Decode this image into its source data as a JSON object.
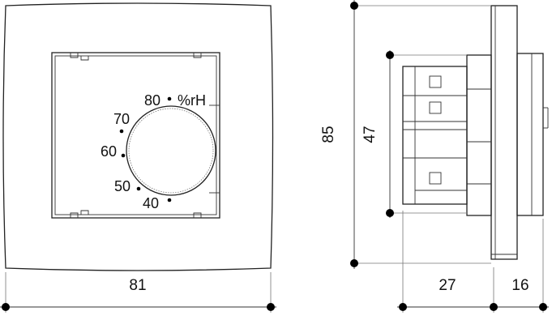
{
  "front_view": {
    "dial_labels": [
      "80",
      "70",
      "60",
      "50",
      "40"
    ],
    "unit": "%rH"
  },
  "dimensions": {
    "width": "81",
    "height": "85",
    "inner_height": "47",
    "depth_base": "27",
    "depth_knob": "16"
  }
}
